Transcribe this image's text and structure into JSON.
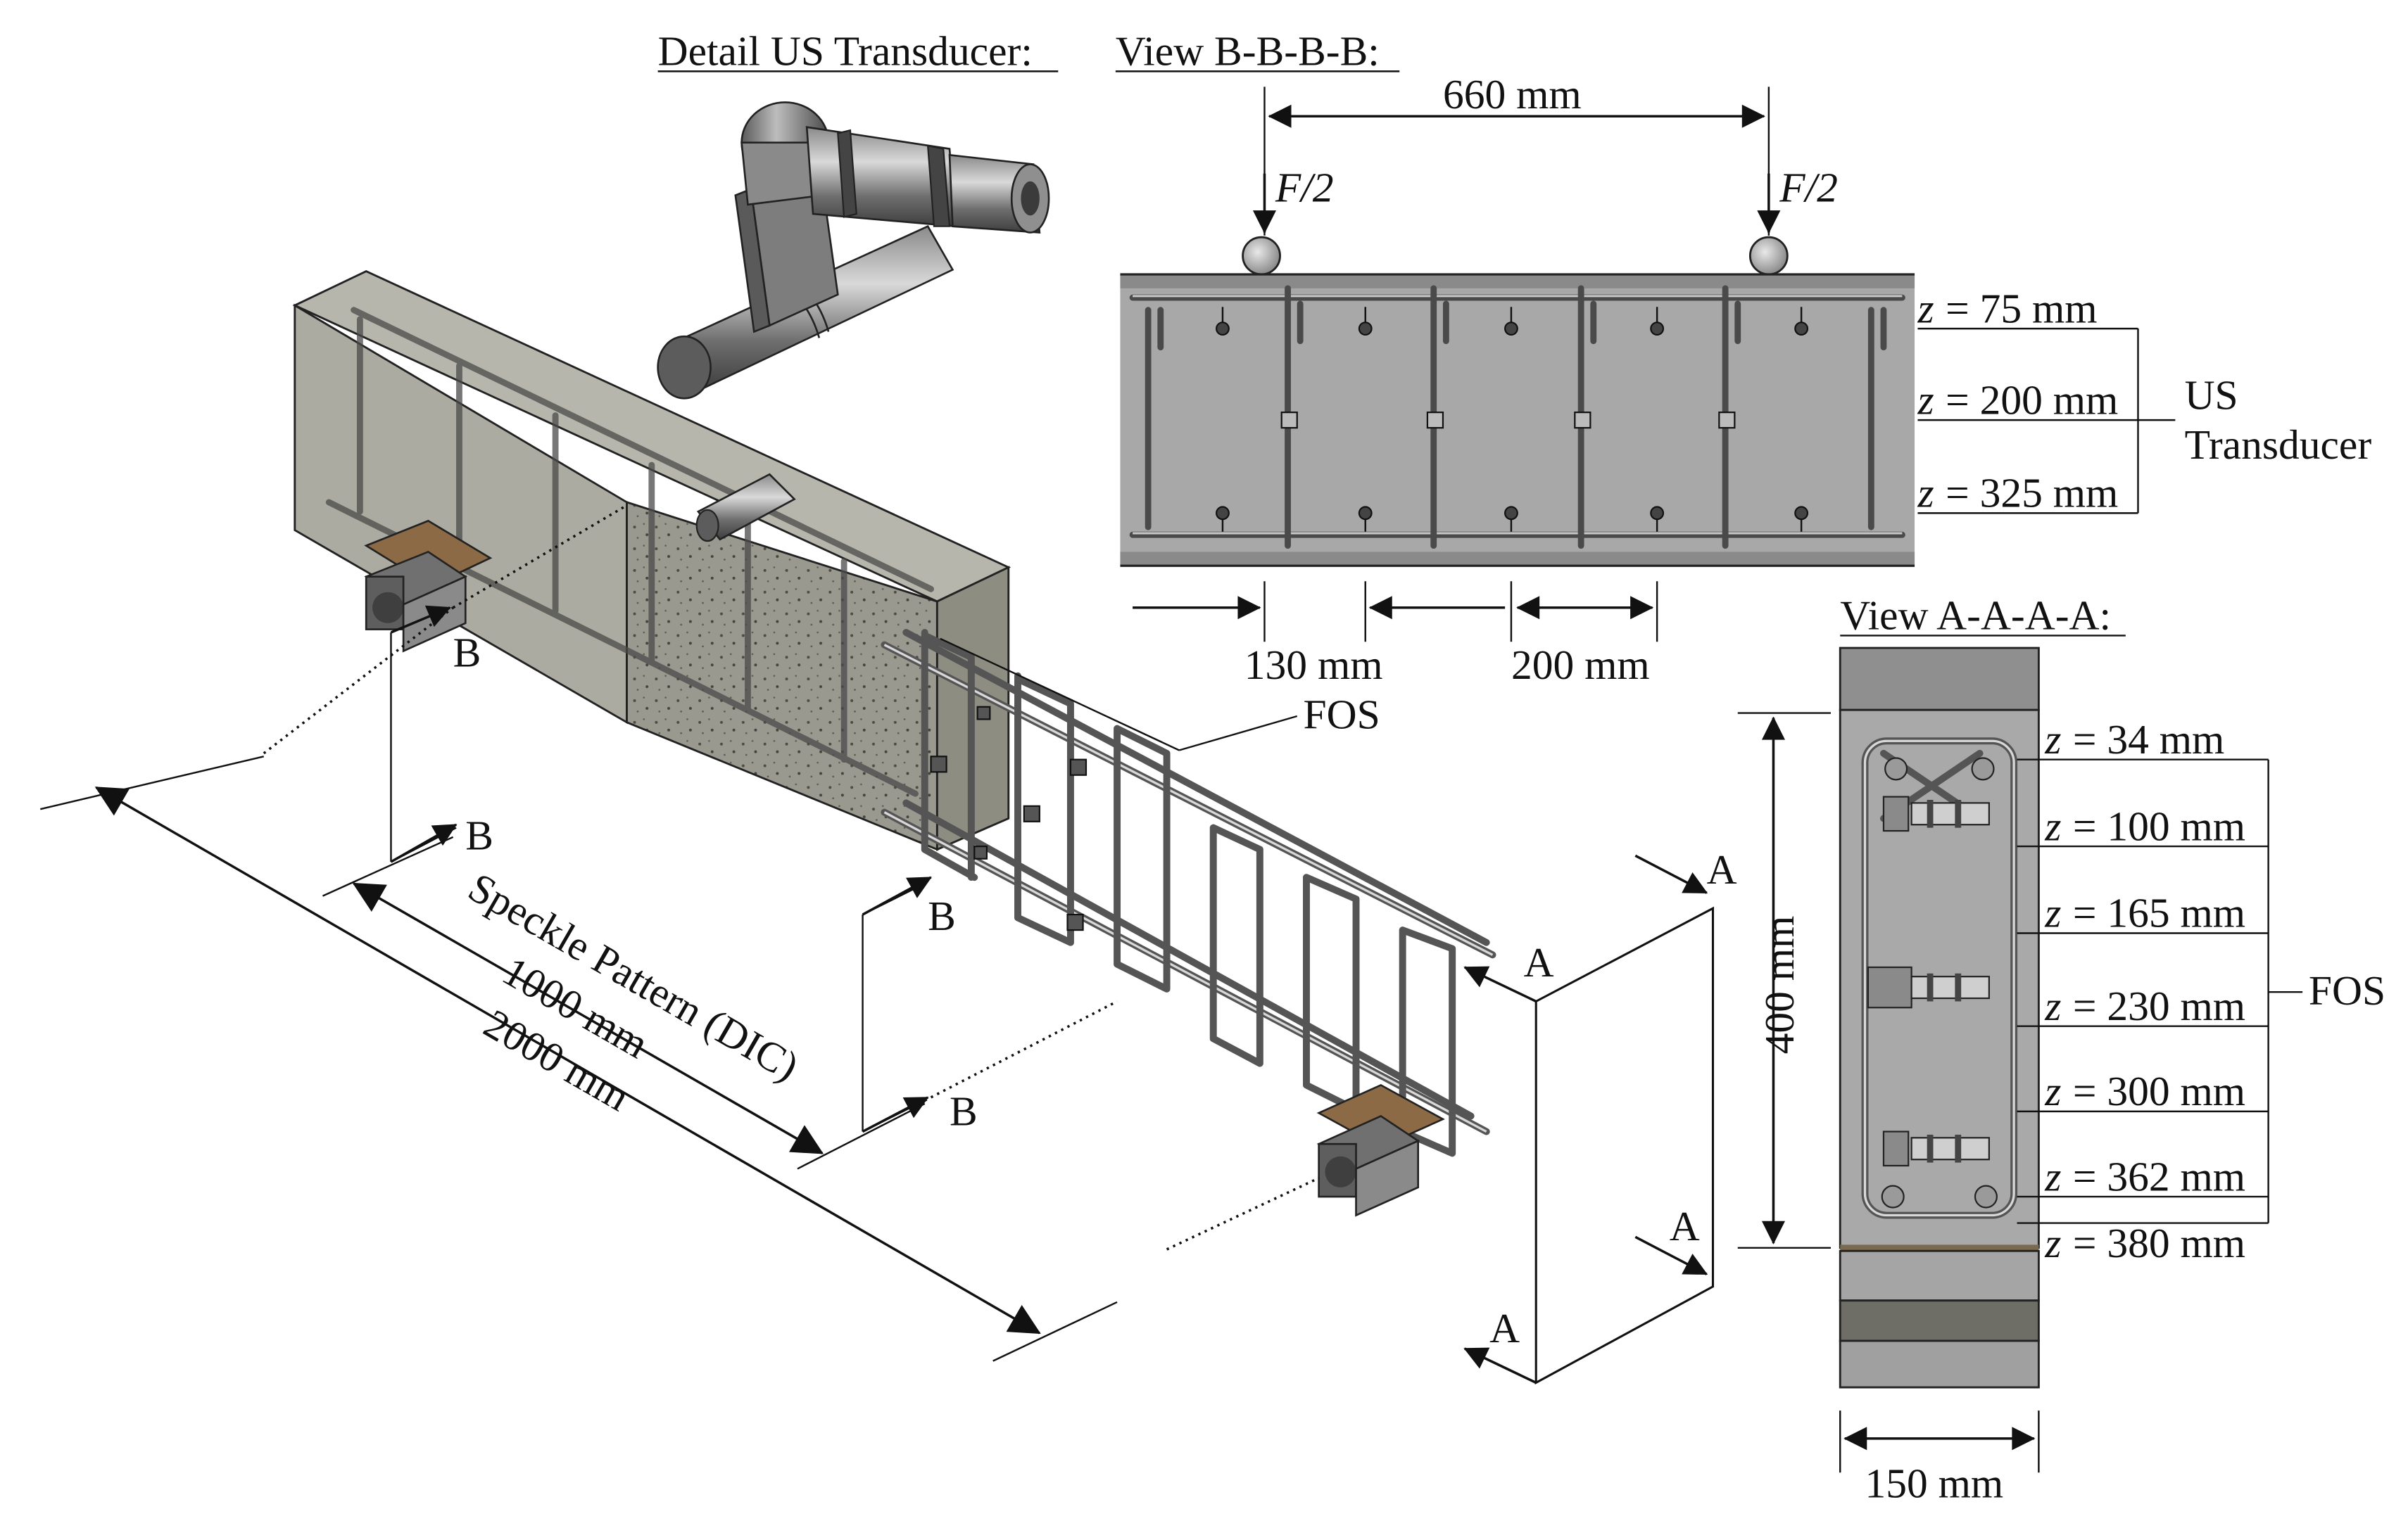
{
  "titles": {
    "transducer_detail": "Detail US Transducer:",
    "view_b": "View B-B-B-B:",
    "view_a": "View A-A-A-A:"
  },
  "view_b": {
    "span": "660 mm",
    "load_left": "F/2",
    "load_right": "F/2",
    "dim_left": "130 mm",
    "dim_right": "200 mm",
    "z_prefix": "z",
    "z_levels": [
      "=   75 mm",
      "= 200 mm",
      "= 325 mm"
    ],
    "bracket_label_1": "US",
    "bracket_label_2": "Transducer"
  },
  "view_a": {
    "height": "400 mm",
    "width": "150 mm",
    "z_prefix": "z",
    "z_levels": [
      "=   34 mm",
      "= 100 mm",
      "= 165 mm",
      "= 230 mm",
      "= 300 mm",
      "= 362 mm",
      "= 380 mm"
    ],
    "bracket_label": "FOS"
  },
  "beam": {
    "fos_label": "FOS",
    "section_b": "B",
    "section_a": "A",
    "speckle_label": "Speckle Pattern (DIC)",
    "dim_speckle": "1000 mm",
    "dim_total": "2000 mm"
  },
  "colors": {
    "concrete": "#a6a6a6",
    "concrete_transparent": "#8c8c7e",
    "rebar": "#4a4a4a",
    "bearing_wood": "#8b6a45",
    "line": "#111111"
  }
}
